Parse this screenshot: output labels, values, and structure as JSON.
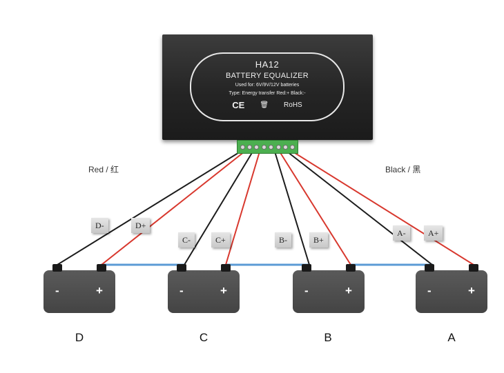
{
  "device": {
    "model": "HA12",
    "name": "BATTERY EQUALIZER",
    "used_for": "Used for:  6V/9V/12V batteries",
    "type_line": "Type: Energy transfer    Red:+ Black:-",
    "mark_ce": "CE",
    "mark_rohs": "RoHS",
    "terminal_count": 8
  },
  "labels": {
    "red": "Red /  红",
    "black": "Black /  黑"
  },
  "wire_colors": {
    "red": "#d8382e",
    "black": "#1c1c1c",
    "link": "#5b9bd5"
  },
  "tags": [
    {
      "text": "D-"
    },
    {
      "text": "D+"
    },
    {
      "text": "C-"
    },
    {
      "text": "C+"
    },
    {
      "text": "B-"
    },
    {
      "text": "B+"
    },
    {
      "text": "A-"
    },
    {
      "text": "A+"
    }
  ],
  "batteries": [
    {
      "name": "D",
      "neg_sign": "-",
      "pos_sign": "+"
    },
    {
      "name": "C",
      "neg_sign": "-",
      "pos_sign": "+"
    },
    {
      "name": "B",
      "neg_sign": "-",
      "pos_sign": "+"
    },
    {
      "name": "A",
      "neg_sign": "-",
      "pos_sign": "+"
    }
  ]
}
